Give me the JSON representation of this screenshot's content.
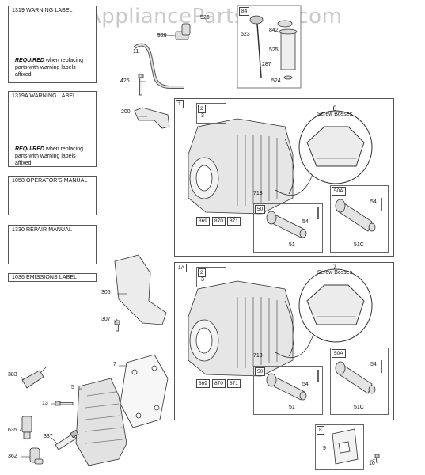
{
  "watermark": "AppliancePartsPros.com",
  "warning_1319": {
    "title": "1319 WARNING LABEL",
    "warning_word": "WARNING",
    "required": "REQUIRED",
    "required_rest": " when replacing parts with warning labels affixed."
  },
  "warning_1319a": {
    "title": "1319A WARNING LABEL",
    "required": "REQUIRED",
    "required_rest": " when replacing parts with warning labels affixed."
  },
  "manual_1058": {
    "title": "1058 OPERATOR'S MANUAL"
  },
  "manual_1330": {
    "title": "1330 REPAIR MANUAL"
  },
  "emissions_1036": {
    "title": "1036 EMISSIONS LABEL"
  },
  "kit_84": {
    "tag": "84",
    "parts": [
      "523",
      "842",
      "525",
      "287",
      "524"
    ]
  },
  "loose_parts": [
    "11",
    "529",
    "426",
    "200",
    "306",
    "307",
    "383",
    "13",
    "5",
    "7",
    "635",
    "337",
    "362",
    "10",
    "526"
  ],
  "assembly_1": {
    "tag": "1",
    "gasket_tag": "2",
    "gasket_part": "3",
    "callout_num": "6",
    "callout_text": "Screw Bosses",
    "parts": [
      "718",
      "869",
      "870",
      "871"
    ],
    "rod_50": {
      "tag": "50",
      "parts": [
        "54",
        "51"
      ]
    },
    "rod_50a": {
      "tag": "50A",
      "parts": [
        "54",
        "51C"
      ]
    }
  },
  "assembly_1a": {
    "tag": "1A",
    "gasket_tag": "2",
    "gasket_part": "3",
    "callout_num": "7",
    "callout_text": "Screw Bosses",
    "parts": [
      "718",
      "869",
      "870",
      "871"
    ],
    "rod_50": {
      "tag": "50",
      "parts": [
        "54",
        "51"
      ]
    },
    "rod_50a": {
      "tag": "50A",
      "parts": [
        "54",
        "51C"
      ]
    }
  },
  "kit_8": {
    "tag": "8",
    "part": "9"
  }
}
